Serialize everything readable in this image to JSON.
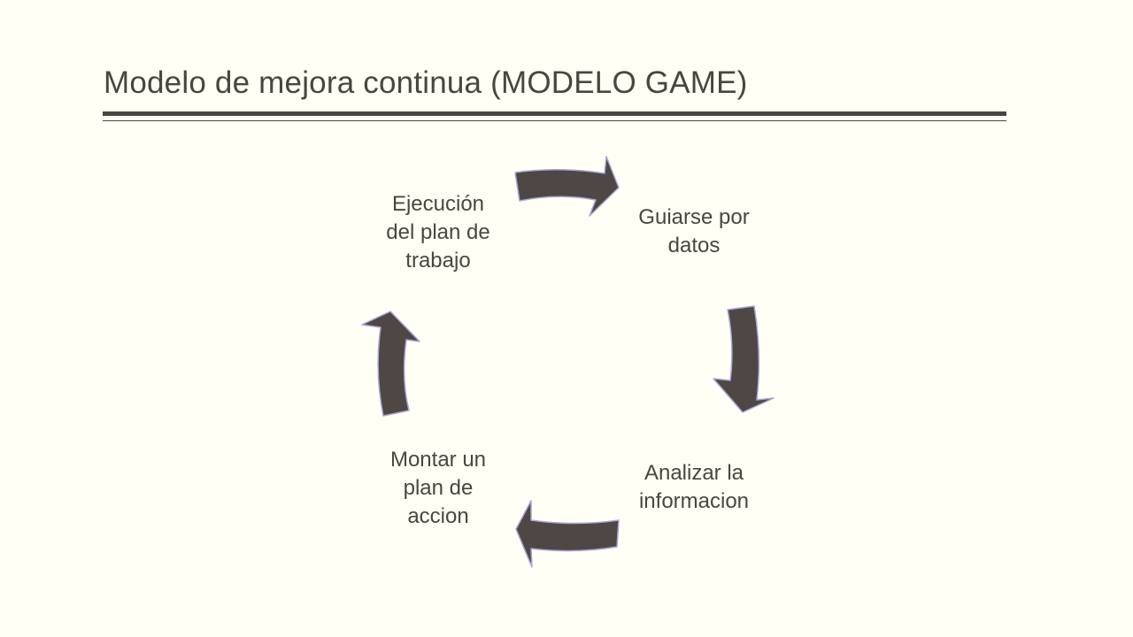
{
  "slide": {
    "title": "Modelo de mejora continua (MODELO GAME)"
  },
  "colors": {
    "background": "#FFFFF5",
    "text": "#4A4540",
    "arrow_fill": "#4F4744",
    "arrow_outline": "#A8A4D8"
  },
  "cycle": {
    "nodes": [
      {
        "id": "guiarse",
        "lines": [
          "Guiarse por",
          "datos"
        ]
      },
      {
        "id": "analizar",
        "lines": [
          "Analizar la",
          "informacion"
        ]
      },
      {
        "id": "montar",
        "lines": [
          "Montar un",
          "plan de",
          "accion"
        ]
      },
      {
        "id": "ejecucion",
        "lines": [
          "Ejecución",
          "del plan de",
          "trabajo"
        ]
      }
    ],
    "arrows": [
      {
        "from": "ejecucion",
        "to": "guiarse",
        "icon": "curved-arrow-right-icon"
      },
      {
        "from": "guiarse",
        "to": "analizar",
        "icon": "curved-arrow-down-icon"
      },
      {
        "from": "analizar",
        "to": "montar",
        "icon": "curved-arrow-left-icon"
      },
      {
        "from": "montar",
        "to": "ejecucion",
        "icon": "curved-arrow-up-icon"
      }
    ]
  }
}
